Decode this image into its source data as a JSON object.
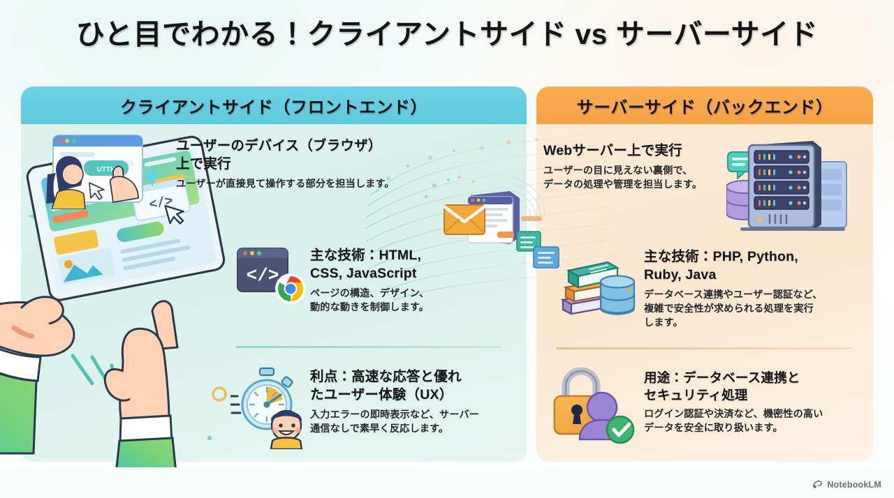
{
  "title": "ひと目でわかる！クライアントサイド vs サーバーサイド",
  "panels": {
    "left": {
      "header": "クライアントサイド（フロントエンド）",
      "accent": "#5ec9de",
      "background": "#dcf0ea",
      "blocks": [
        {
          "id": "execution-environment",
          "heading": "ユーザーのデバイス（ブラウザ）\n上で実行",
          "body": "ユーザーが直接見て操作する部分を担当します。",
          "icon": "browser-user-pointer-icon"
        },
        {
          "id": "main-technologies",
          "heading": "主な技術：HTML,\nCSS, JavaScript",
          "body": "ページの構造、デザイン、\n動的な動きを制御します。",
          "icon": "code-window-chrome-icon"
        },
        {
          "id": "advantages",
          "heading": "利点：高速な応答と優れ\nたユーザー体験（UX）",
          "body": "入力エラーの即時表示など、サーバー\n通信なしで素早く反応します。",
          "icon": "stopwatch-happy-user-icon"
        }
      ]
    },
    "right": {
      "header": "サーバーサイド（バックエンド）",
      "accent": "#f6a244",
      "background": "#fce8d2",
      "blocks": [
        {
          "id": "execution-environment",
          "heading": "Webサーバー上で実行",
          "body": "ユーザーの目に見えない裏側で、\nデータの処理や管理を担当します。",
          "icon": "server-rack-database-icon"
        },
        {
          "id": "main-technologies",
          "heading": "主な技術：PHP, Python,\nRuby, Java",
          "body": "データベース連携やユーザー認証など、\n複雑で安全性が求められる処理を実行\nします。",
          "icon": "books-database-icon"
        },
        {
          "id": "use-cases",
          "heading": "用途：データベース連携と\nセキュリティ処理",
          "body": "ログイン認証や決済など、機密性の高い\nデータを安全に取り扱います。",
          "icon": "padlock-user-check-icon"
        }
      ]
    }
  },
  "center_illustration": {
    "icon": "window-envelope-transfer-icon"
  },
  "main_illustration": {
    "icon": "hands-holding-tablet-icon"
  },
  "footer": {
    "brand": "NotebookLM",
    "icon": "notebooklm-logo-icon"
  }
}
